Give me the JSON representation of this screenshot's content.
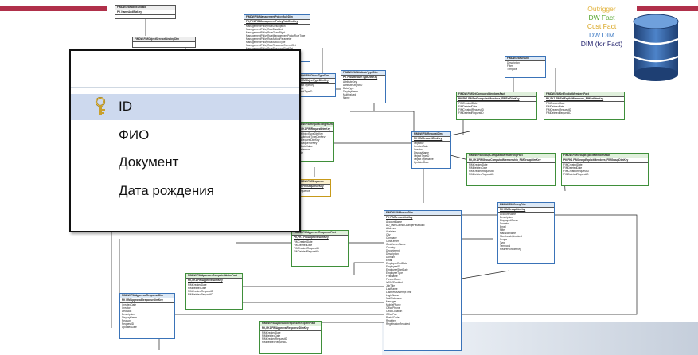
{
  "legend": {
    "items": [
      {
        "label": "Outrigger",
        "color": "#e2b23a"
      },
      {
        "label": "DW Fact",
        "color": "#5aa835"
      },
      {
        "label": "Cust Fact",
        "color": "#d9a520"
      },
      {
        "label": "DW DIM",
        "color": "#3d7ac4"
      },
      {
        "label": "DIM (for Fact)",
        "color": "#1f1f6b"
      }
    ]
  },
  "zoom": {
    "rows": [
      "ID",
      "ФИО",
      "Документ",
      "Дата рождения"
    ]
  },
  "tables": [
    {
      "title": "FIMDW.FIMNameAndBla",
      "pk": "PK  NameAndBlaKey",
      "fields": []
    },
    {
      "title": "FIMDW.FIMObjectServiceBindingDim",
      "pk": "",
      "fields": []
    },
    {
      "title": "FIMDW.FIMManagementPolicyRuleDim",
      "pk": "FK,FK1  FIMManagementPolicyRuleDimKey",
      "fields": [
        "ManagementPolicyRuleDescription",
        "ManagementPolicyRuleDisabled",
        "ManagementPolicyRuleGrantRight",
        "ManagementPolicyRuleManagementPolicyRuleType",
        "ManagementPolicyRuleActionParameter",
        "ManagementPolicyRuleActionType",
        "ManagementPolicyRuleResourceCurrentSet",
        "ManagementPolicyRuleResourceFinalSet"
      ]
    },
    {
      "title": "FIMDW.FIMObjectTypeDim",
      "pk": "PK  FIMObjectTypeDimKey",
      "fields": [
        "ObjectTypeKey",
        "Name",
        "ObjectTypeID"
      ]
    },
    {
      "title": "FIMDW.FIMAttributeTypeDim",
      "pk": "PK  FIMAttributeTypeDimKey",
      "fields": [
        "AttributeKey",
        "AttributeObjectID",
        "DataType",
        "DisplayName",
        "Multivalued",
        "Name"
      ]
    },
    {
      "title": "FIMDW.FIMRequestTargetDetail",
      "pk": "PK,FK1  FIMRequestDimKey",
      "fields": [
        "FIMObjectTypeDimKey",
        "FIMAttributeTypeDimKey",
        "FIMRequestDimKey",
        "FIMSequenceKey",
        "AttributeValue",
        "IsReference",
        "Mode"
      ]
    },
    {
      "title": "FIMDW.FIMSequence",
      "pk": "PK  FIMSequenceKey",
      "fields": [
        "Sequence"
      ]
    },
    {
      "title": "FIMDW.FIMSetDim",
      "pk": "",
      "fields": [
        "Description",
        "Filter",
        "Temporal"
      ]
    },
    {
      "title": "FIMDW.FIMSetComputedMembersFact",
      "pk": "PK,FK1  FIMSetComputedMembers_FIMSetDimKey",
      "fields": [
        "FIMCreatedDate",
        "FIMDeletedDate",
        "FIMCreatedRequestID",
        "FIMDeletedRequestID"
      ]
    },
    {
      "title": "FIMDW.FIMSetExplicitMembersFact",
      "pk": "PK,FK1  FIMSetExplicitMembers_FIMSetDimKey",
      "fields": [
        "FIMCreatedDate",
        "FIMDeletedDate",
        "FIMCreatedRequestID",
        "FIMDeletedRequestID"
      ]
    },
    {
      "title": "FIMDW.FIMRequestDim",
      "pk": "PK  FIMRequestDimKey",
      "fields": [
        "ObjectID",
        "CreatedDate",
        "Creator",
        "DisplayName",
        "ObjectTypeID",
        "ObjectTypeName",
        "UpdatedDate"
      ]
    },
    {
      "title": "FIMDW.FIMGroupComputedMembershipFact",
      "pk": "PK,FK1  FIMGroupComputedMembership_FIMGroupDimKey",
      "fields": [
        "FIMCreatedDate",
        "FIMDeletedDate",
        "FIMCreatedRequestID",
        "FIMDeletedRequestID"
      ]
    },
    {
      "title": "FIMDW.FIMGroupExplicitMembersFact",
      "pk": "PK,FK1  FIMGroupExplicitMembers_FIMGroupDimKey",
      "fields": [
        "FIMCreatedDate",
        "FIMDeletedDate",
        "FIMCreatedRequestID",
        "FIMDeletedRequestID"
      ]
    },
    {
      "title": "FIMDW.FIMGroupDim",
      "pk": "PK  FIMGroupDimKey",
      "fields": [
        "AccountName",
        "Description",
        "DisplayedOwner",
        "Domain",
        "Email",
        "Filter",
        "MailNickname",
        "MembershipLocked",
        "Scope",
        "Type",
        "Temporal",
        "FIMPersonDimKey"
      ]
    },
    {
      "title": "FIMDW.FIMPersonDim",
      "pk": "PK  FIMPersonDimKey",
      "fields": [
        "AccountName",
        "AD_UserCannotChangePassword",
        "Address",
        "Assistant",
        "City",
        "Company",
        "CostCenter",
        "CostCenterName",
        "Country",
        "Department",
        "Description",
        "Domain",
        "Email",
        "EmployeeEndDate",
        "EmployeeID",
        "EmployeeStartDate",
        "EmployeeType",
        "FirstName",
        "FreezeCount",
        "IsRASEnabled",
        "JobTitle",
        "LastName",
        "LastResetAttemptTime",
        "LoginName",
        "MailNickname",
        "Manager",
        "MobilePhone",
        "OfficePhone",
        "OfficeLocation",
        "OfficeFax",
        "PostalCode",
        "Register",
        "RegistrationRequired"
      ]
    },
    {
      "title": "FIMDW.FIMApproverResponseFact",
      "pk": "PK,FK1  FIMApproverDimKey",
      "fields": [
        "FIMCreatedDate",
        "FIMDeletedDate",
        "FIMCreatedRequestID",
        "FIMDeletedRequestID"
      ]
    },
    {
      "title": "FIMDW.FIMApproverComputedActorFact",
      "pk": "PK,FK1  FIMApproverDimKey",
      "fields": [
        "FIMCreatedDate",
        "FIMDeletedDate",
        "FIMCreatedRequestID",
        "FIMDeletedRequestID"
      ]
    },
    {
      "title": "FIMDW.FIMApprovalResponseDim",
      "pk": "PK  FIMApprovalResponseDimKey",
      "fields": [
        "CreatedDate",
        "Creator",
        "Decision",
        "Description",
        "DisplayName",
        "Reason",
        "RequestID",
        "UpdatedDate"
      ]
    },
    {
      "title": "FIMDW.FIMApprovalResponseRecipientFact",
      "pk": "PK,FK1  FIMApprovalResponseDimKey",
      "fields": [
        "FIMCreatedDate",
        "FIMDeletedDate",
        "FIMCreatedRequestID",
        "FIMDeletedRequestID"
      ]
    }
  ]
}
